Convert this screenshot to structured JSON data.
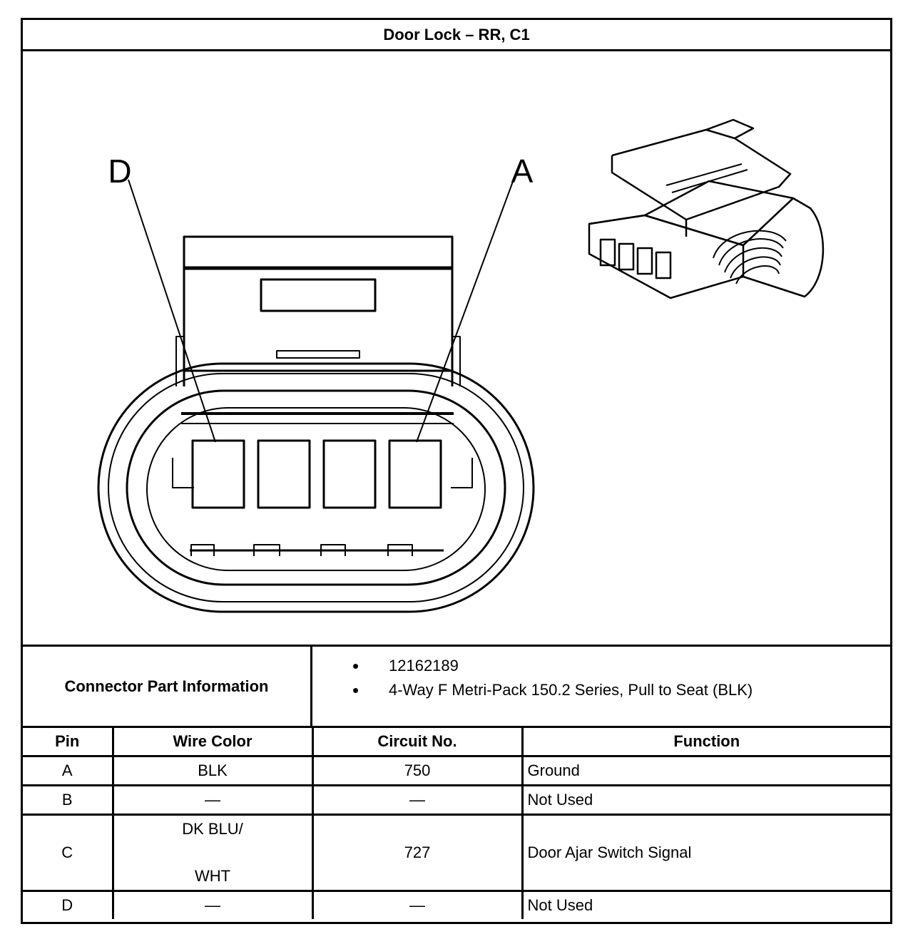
{
  "title": "Door Lock – RR, C1",
  "diagram": {
    "label_left": "D",
    "label_right": "A"
  },
  "part_info": {
    "label": "Connector Part Information",
    "items": [
      "12162189",
      "4-Way F Metri-Pack 150.2 Series, Pull to Seat (BLK)"
    ]
  },
  "table": {
    "headers": [
      "Pin",
      "Wire Color",
      "Circuit No.",
      "Function"
    ],
    "rows": [
      {
        "pin": "A",
        "wire_color": "BLK",
        "circuit": "750",
        "function": "Ground"
      },
      {
        "pin": "B",
        "wire_color": "—",
        "circuit": "—",
        "function": "Not Used"
      },
      {
        "pin": "C",
        "wire_color_1": "DK BLU/",
        "wire_color_2": "WHT",
        "circuit": "727",
        "function": "Door Ajar Switch Signal"
      },
      {
        "pin": "D",
        "wire_color": "—",
        "circuit": "—",
        "function": "Not Used"
      }
    ]
  }
}
